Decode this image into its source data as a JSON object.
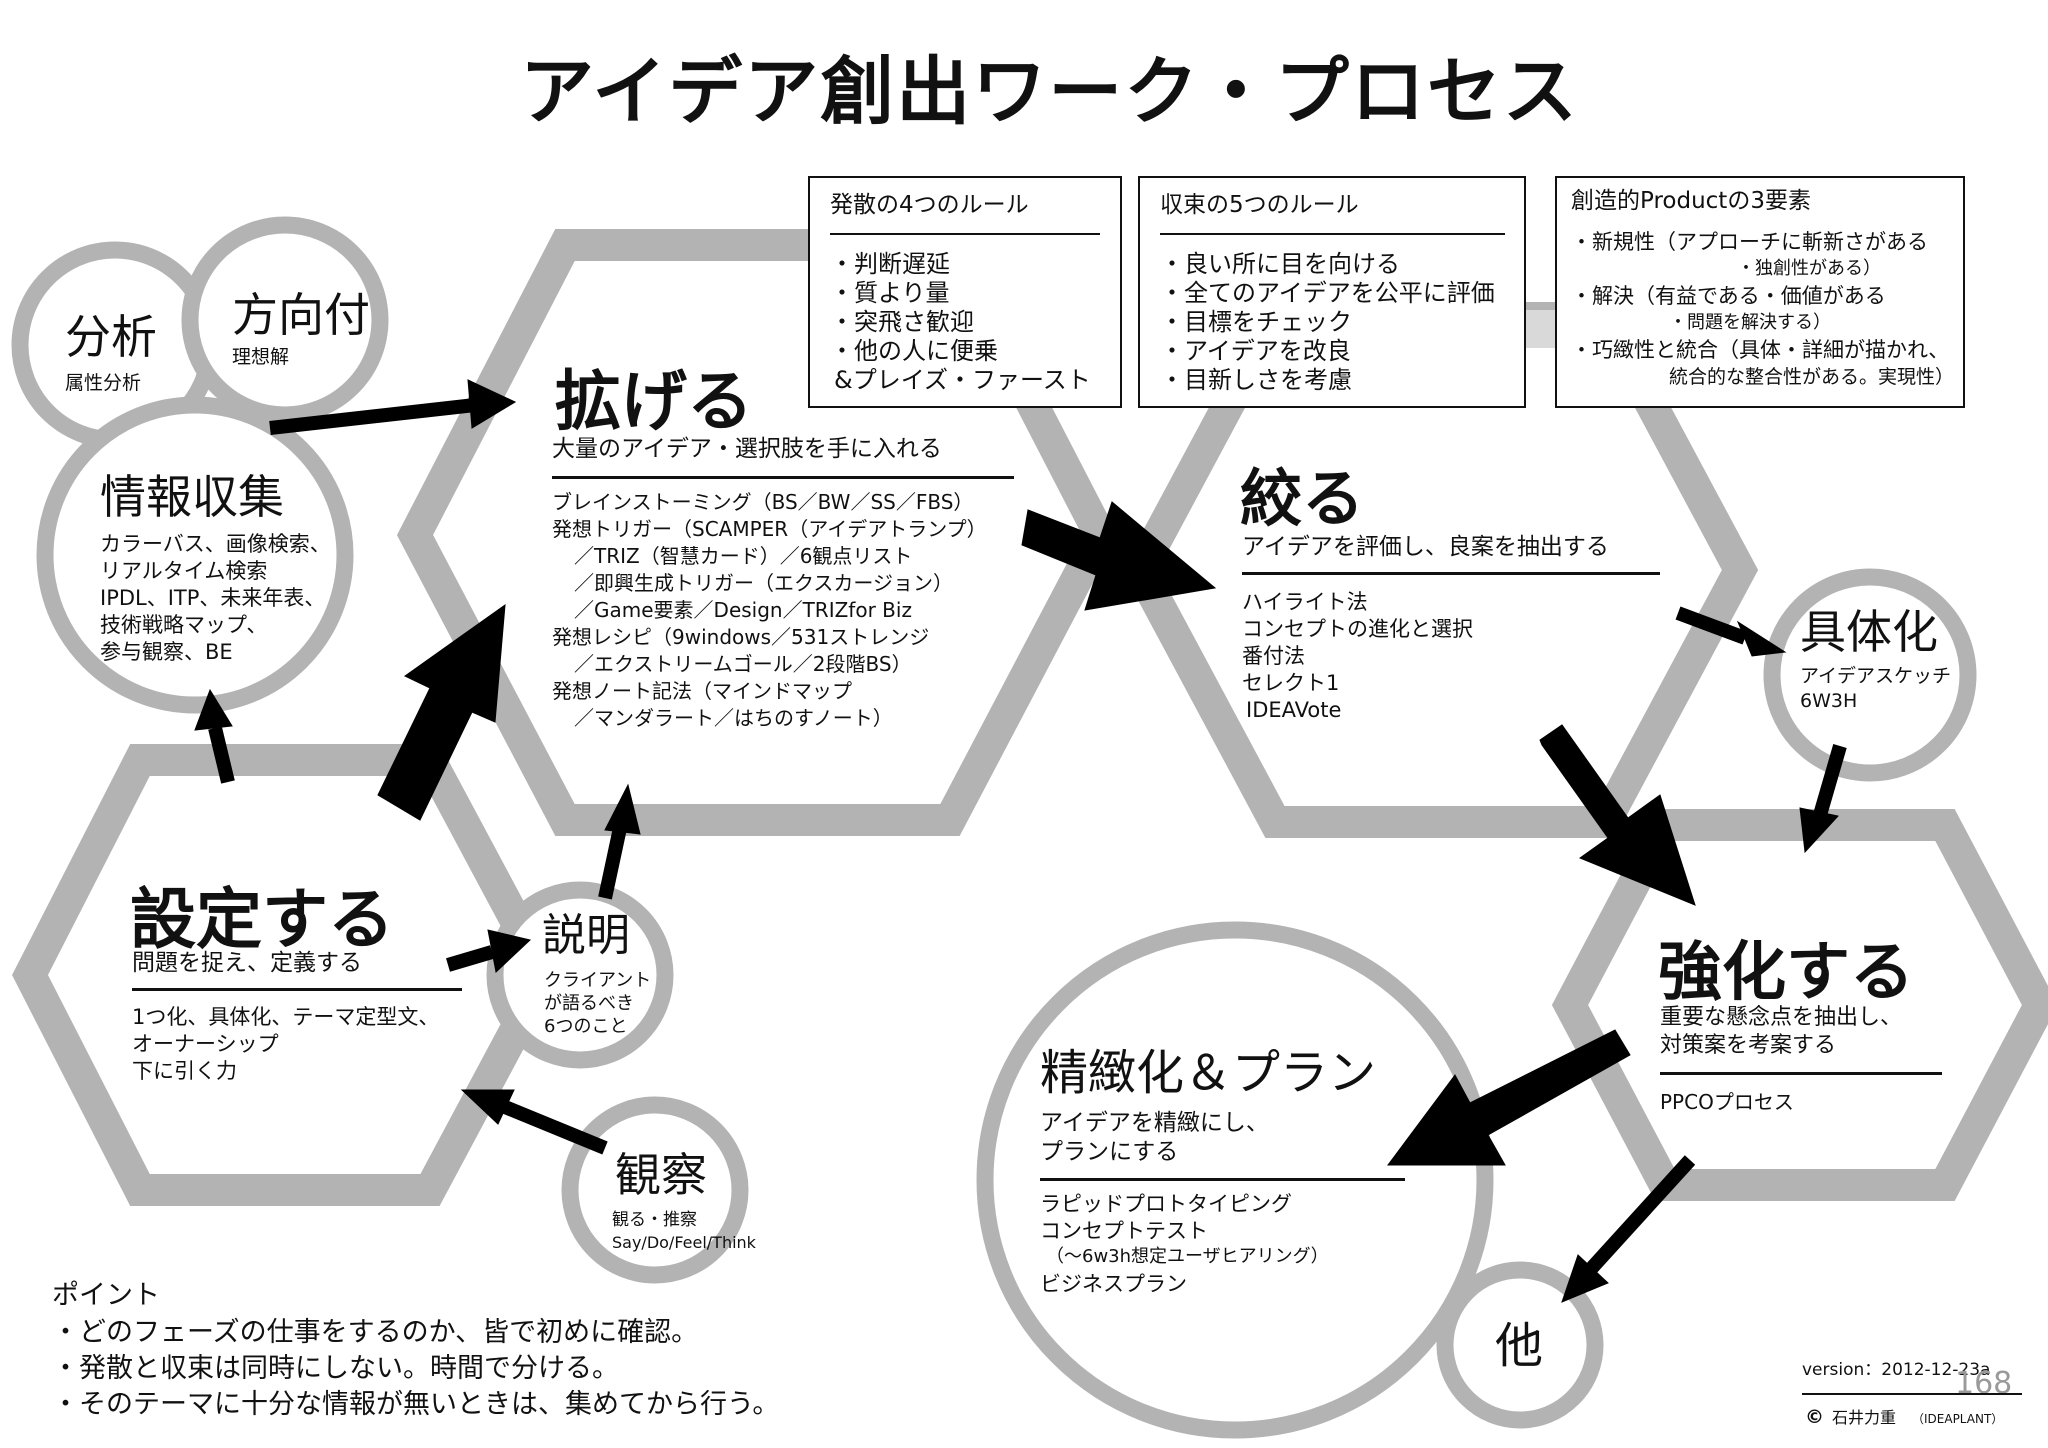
{
  "title": "アイデア創出ワーク・プロセス",
  "rules_boxes": [
    {
      "heading": "発散の4つのルール",
      "lines": [
        "・判断遅延",
        "・質より量",
        "・突飛さ歓迎",
        "・他の人に便乗",
        "&プレイズ・ファースト"
      ]
    },
    {
      "heading": "収束の5つのルール",
      "lines": [
        "・良い所に目を向ける",
        "・全てのアイデアを公平に評価",
        "・目標をチェック",
        "・アイデアを改良",
        "・目新しさを考慮"
      ]
    },
    {
      "heading": "創造的Productの3要素",
      "lines": [
        "・新規性（アプローチに斬新さがある",
        "・独創性がある）",
        "・解決（有益である・価値がある",
        "・問題を解決する）",
        "・巧緻性と統合（具体・詳細が描かれ、",
        "統合的な整合性がある。実現性）"
      ]
    }
  ],
  "circles": {
    "bunseki": {
      "title": "分析",
      "sub": "属性分析"
    },
    "houkou": {
      "title": "方向付",
      "sub": "理想解"
    },
    "jouhou": {
      "title": "情報収集",
      "lines": [
        "カラーバス、画像検索、",
        "リアルタイム検索",
        "IPDL、ITP、未来年表、",
        "技術戦略マップ、",
        "参与観察、BE"
      ]
    },
    "setsumei": {
      "title": "説明",
      "lines": [
        "クライアント",
        "が語るべき",
        "6つのこと"
      ]
    },
    "kansatsu": {
      "title": "観察",
      "lines": [
        "観る・推察",
        "Say/Do/Feel/Think"
      ]
    },
    "gutaika": {
      "title": "具体化",
      "lines": [
        "アイデアスケッチ",
        "6W3H"
      ]
    },
    "seichi": {
      "title": "精緻化＆プラン",
      "subtitle_lines": [
        "アイデアを精緻にし、",
        "プランにする"
      ],
      "lines": [
        "ラピッドプロトタイピング",
        "コンセプトテスト",
        "（～6w3h想定ユーザヒアリング）",
        "ビジネスプラン"
      ]
    },
    "hoka": {
      "title": "他"
    }
  },
  "hexagons": {
    "settei": {
      "title": "設定する",
      "subtitle": "問題を捉え、定義する",
      "lines": [
        "1つ化、具体化、テーマ定型文、",
        "オーナーシップ",
        "下に引く力"
      ]
    },
    "hirogeru": {
      "title": "拡げる",
      "subtitle": "大量のアイデア・選択肢を手に入れる",
      "lines": [
        "ブレインストーミング（BS／BW／SS／FBS）",
        "発想トリガー（SCAMPER（アイデアトランプ）",
        "／TRIZ（智慧カード）／6観点リスト",
        "／即興生成トリガー（エクスカージョン）",
        "／Game要素／Design／TRIZfor Biz",
        "発想レシピ（9windows／531ストレンジ",
        "／エクストリームゴール／2段階BS）",
        "発想ノート記法（マインドマップ",
        "／マンダラート／はちのすノート）"
      ]
    },
    "shiboru": {
      "title": "絞る",
      "subtitle": "アイデアを評価し、良案を抽出する",
      "lines": [
        "ハイライト法",
        "コンセプトの進化と選択",
        "番付法",
        "セレクト1",
        "IDEAVote"
      ]
    },
    "kyouka": {
      "title": "強化する",
      "subtitle_lines": [
        "重要な懸念点を抽出し、",
        "対策案を考案する"
      ],
      "lines": [
        "PPCOプロセス"
      ]
    }
  },
  "points": {
    "heading": "ポイント",
    "lines": [
      "・どのフェーズの仕事をするのか、皆で初めに確認。",
      "・発散と収束は同時にしない。時間で分ける。",
      "・そのテーマに十分な情報が無いときは、集めてから行う。"
    ]
  },
  "version": "version：2012-12-23a",
  "page_number": "168",
  "copyright_symbol": "©",
  "author": "石井力重",
  "author_org": "（IDEAPLANT）"
}
